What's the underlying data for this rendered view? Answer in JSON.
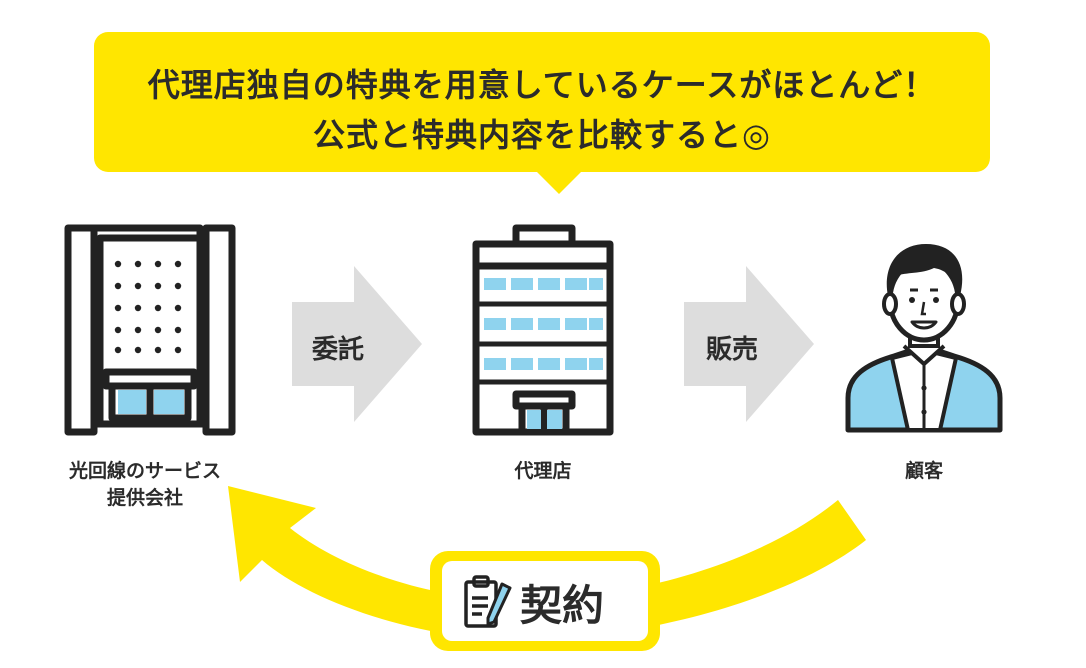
{
  "headline": {
    "line1": "代理店独自の特典を用意しているケースがほとんど！",
    "line2": "公式と特典内容を比較すると◎"
  },
  "nodes": {
    "provider": {
      "line1": "光回線のサービス",
      "line2": "提供会社"
    },
    "agency": {
      "label": "代理店"
    },
    "customer": {
      "label": "顧客"
    }
  },
  "arrows": {
    "entrust": "委託",
    "sell": "販売"
  },
  "contract": {
    "label": "契約"
  },
  "colors": {
    "accent_yellow": "#FFE600",
    "window_blue": "#8FD3EE",
    "arrow_gray": "#DDDDDD",
    "ink": "#222222"
  }
}
